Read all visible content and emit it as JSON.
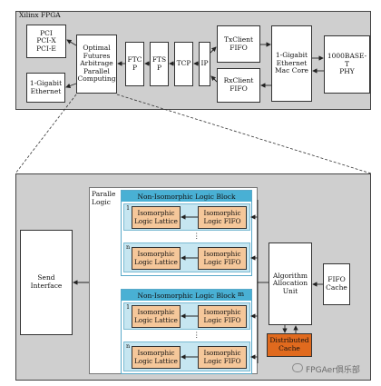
{
  "top": {
    "title": "Xilinx FPGA",
    "pci": "PCI\nPCI-X\nPCI-E",
    "gige_left": "1-Gigabit\nEthernet",
    "optimal": "Optimal\nFutures\nArbitrage\nParallel\nComputing",
    "ftc": "FTC\nP",
    "fts": "FTS\nP",
    "tcp": "TCP",
    "ip": "IP",
    "tx_fifo": "TxClient\nFIFO",
    "rx_fifo": "RxClient\nFIFO",
    "mac": "1-Gigabit\nEthernet\nMac Core",
    "phy": "1000BASE-\nT\nPHY"
  },
  "bottom": {
    "send_interface": "Send Interface",
    "parallel_logic": "Paralle\nLogic",
    "block1_header": "Non-Isomorphic Logic Block",
    "block2_header": "Non-Isomorphic Logic Block",
    "block2_m": "m",
    "row1_index": "1",
    "row_n_index": "n",
    "lattice": "Isomorphic\nLogic Lattice",
    "fifo": "Isomorphic\nLogic FIFO",
    "vdots": "⋮",
    "algo": "Algorithm\nAllocation\nUnit",
    "fifo_cache": "FIFO\nCache",
    "dist_cache": "Distributed\nCache"
  },
  "watermark": "FPGAer俱乐部"
}
